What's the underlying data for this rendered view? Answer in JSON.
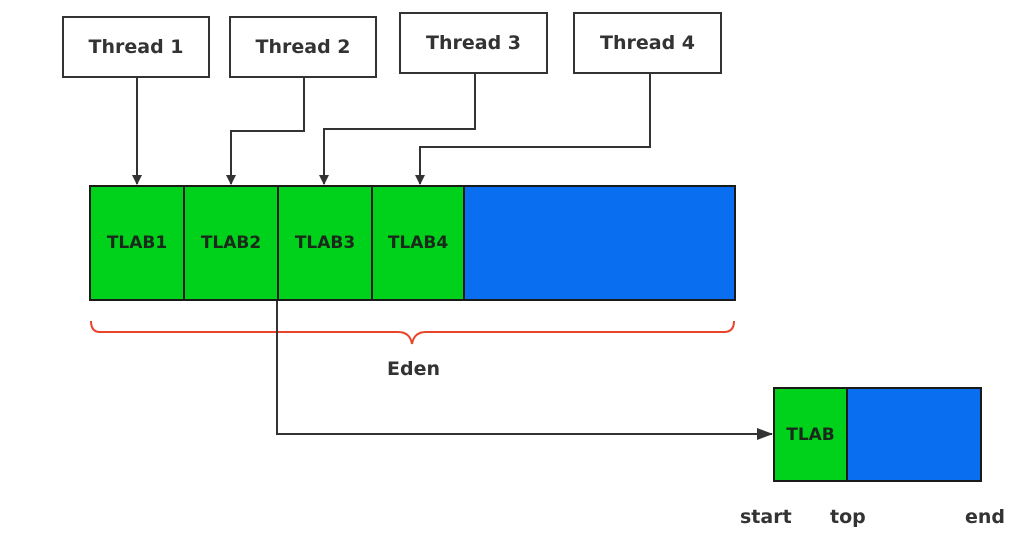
{
  "threads": [
    "Thread 1",
    "Thread 2",
    "Thread 3",
    "Thread 4"
  ],
  "tlabs": [
    "TLAB1",
    "TLAB2",
    "TLAB3",
    "TLAB4"
  ],
  "eden_label": "Eden",
  "detail": {
    "tlab_label": "TLAB",
    "pointers": {
      "start": "start",
      "top": "top",
      "end": "end"
    }
  },
  "colors": {
    "allocated": "#00d21b",
    "free": "#0a6ef0",
    "brace": "#e8462b",
    "line": "#333333"
  }
}
